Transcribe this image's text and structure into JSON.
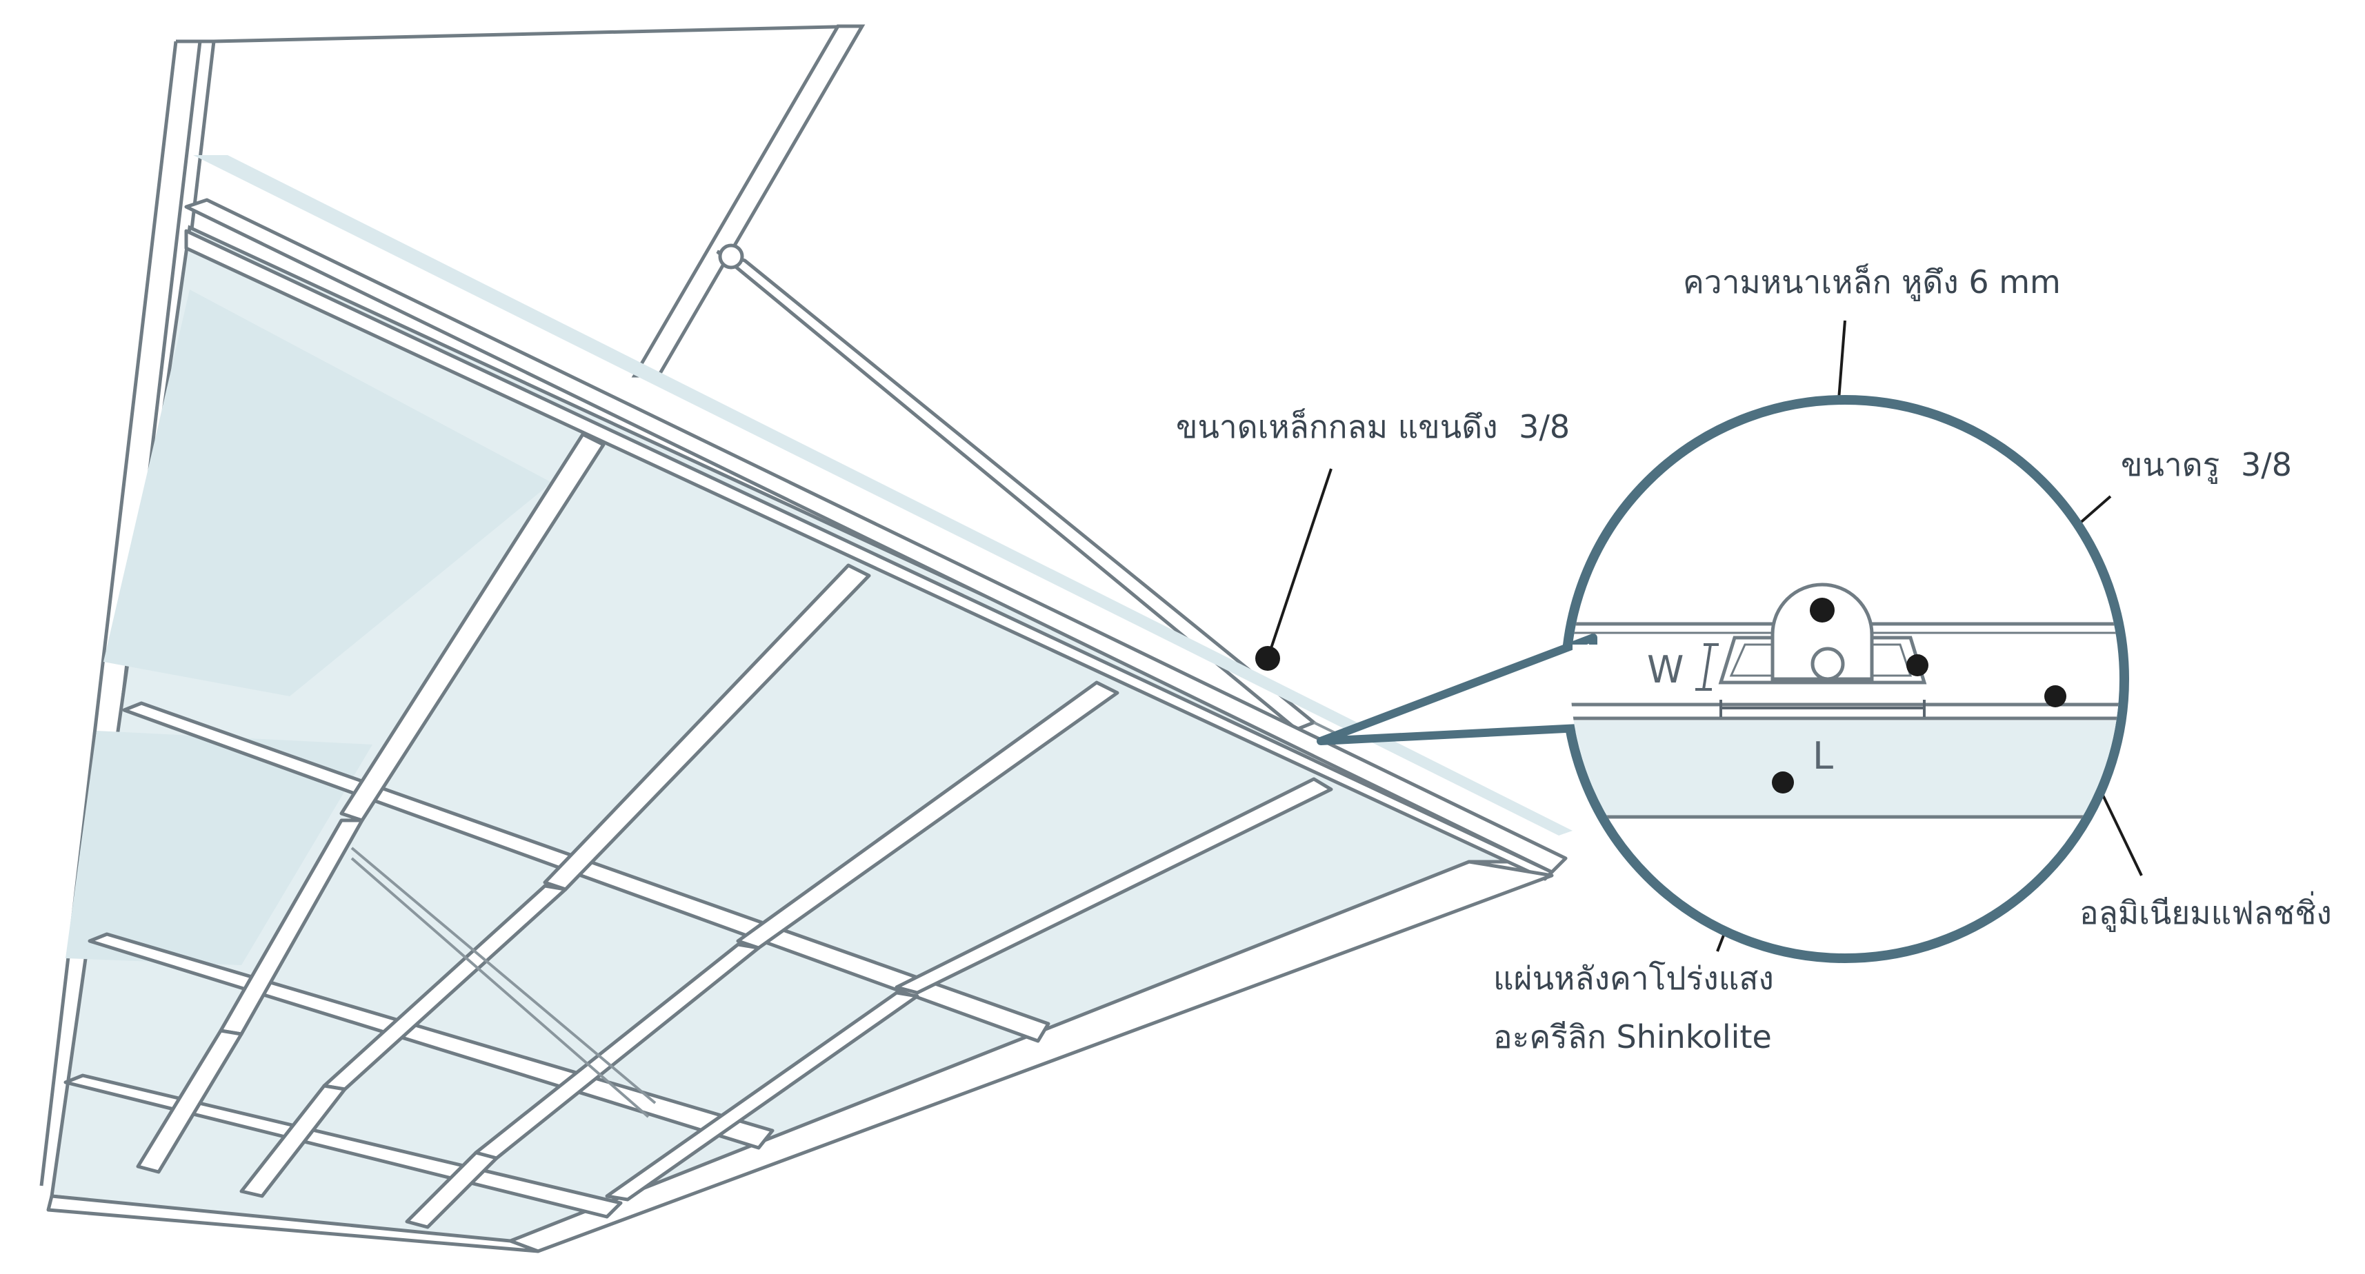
{
  "labels": {
    "steel_thickness": "ความหนาเหล็ก หูดึง 6 mm",
    "rod_size": "ขนาดเหล็กกลม แขนดึง",
    "rod_size_fraction": "3/8",
    "hole_size": "ขนาดรู",
    "hole_size_fraction": "3/8",
    "panel_line1": "แผ่นหลังคาโปร่งแสง",
    "panel_line2": "อะครีลิก Shinkolite",
    "aluminium": "อลูมิเนียมแฟลชชิ่ง"
  },
  "detail": {
    "width_mark": "W",
    "length_mark": "L"
  },
  "colors": {
    "panel": "#e3eef1",
    "panel_dark": "#d6e6ea",
    "frame": "#ffffff",
    "line": "#6f7c84",
    "detail_ring": "#4e7080",
    "dot": "#1b1b1b"
  }
}
